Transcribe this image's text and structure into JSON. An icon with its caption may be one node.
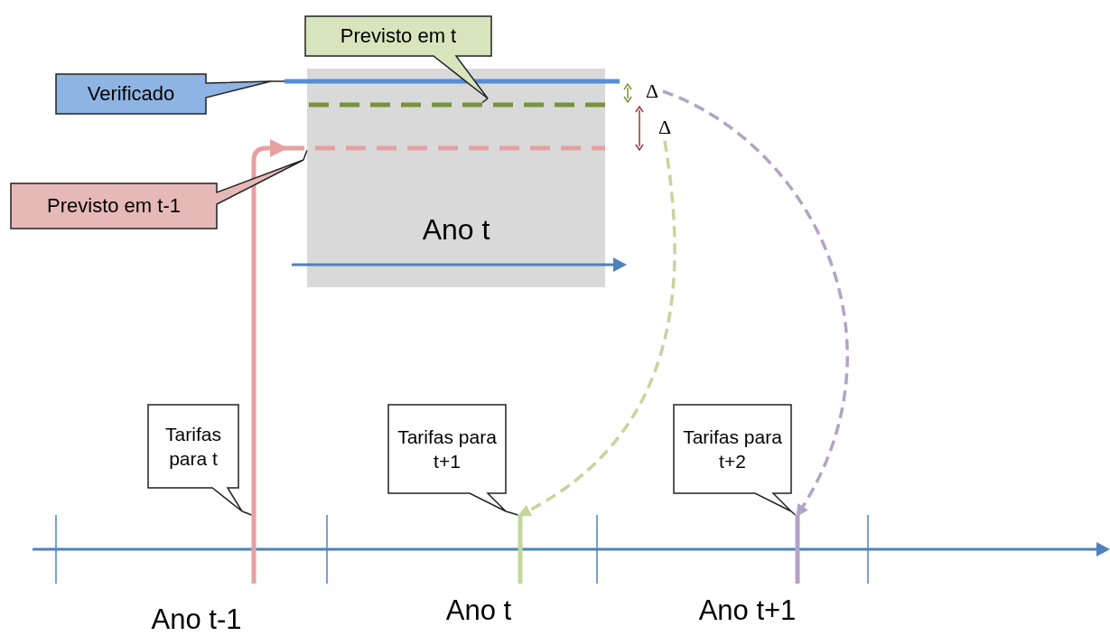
{
  "diagram": {
    "nodes": [
      {
        "text": [
          "Verificado"
        ]
      },
      {
        "text": [
          "Previsto em t"
        ]
      },
      {
        "text": [
          "Previsto em t-1"
        ]
      },
      {
        "text": [
          "Ano t"
        ]
      },
      {
        "text": [],
        "shape": "line"
      },
      {
        "text": [],
        "shape": "line",
        "in": 3
      },
      {
        "text": [],
        "shape": "line"
      },
      {
        "text": [
          "Δ"
        ]
      },
      {
        "text": [
          "Δ"
        ]
      },
      {
        "text": [
          "Tarifas para t"
        ]
      },
      {
        "text": [
          "Tarifas para t+1"
        ]
      },
      {
        "text": [
          "Tarifas para t+2"
        ]
      },
      {
        "text": [],
        "shape": "bar"
      },
      {
        "text": [],
        "shape": "bar"
      },
      {
        "text": [],
        "shape": "bar"
      }
    ],
    "edges": [
      {
        "from": 0,
        "to": 4,
        "arrow": "none"
      },
      {
        "from": 1,
        "to": 5,
        "arrow": "none"
      },
      {
        "from": 2,
        "to": 6,
        "arrow": "none"
      },
      {
        "from": 9,
        "to": 12,
        "arrow": "none"
      },
      {
        "from": 10,
        "to": 13,
        "arrow": "none"
      },
      {
        "from": 11,
        "to": 14,
        "arrow": "none"
      },
      {
        "from": 12,
        "to": 6,
        "arrow": "to",
        "style": "thick",
        "color": "#e6a0a0"
      },
      {
        "from": 8,
        "to": 13,
        "arrow": "to",
        "style": "dashed",
        "color": "#c3d69b"
      },
      {
        "from": 7,
        "to": 14,
        "arrow": "to",
        "style": "dashed",
        "color": "#b3a2c7"
      }
    ],
    "labels": [
      "Ano t-1",
      "Ano t",
      "Ano t+1"
    ]
  }
}
